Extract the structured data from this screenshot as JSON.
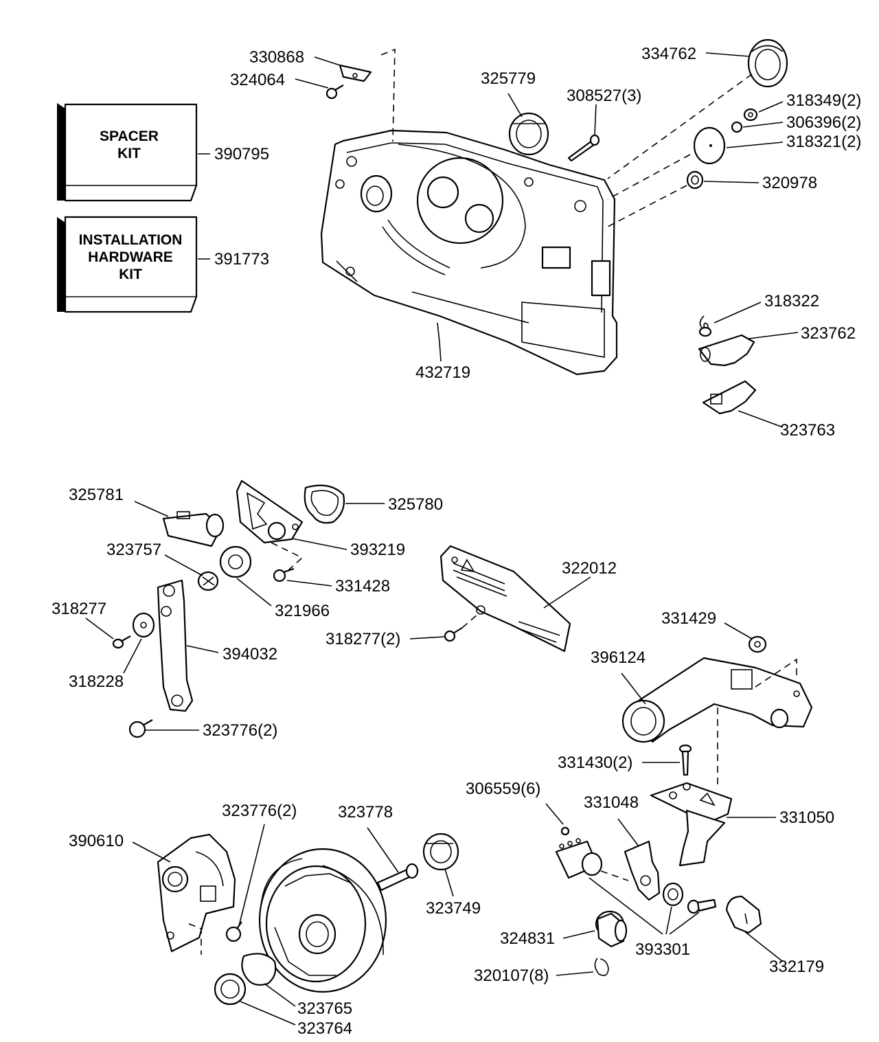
{
  "kits": {
    "spacer": {
      "line1": "SPACER",
      "line2": "KIT",
      "part_no": "390795"
    },
    "installation": {
      "line1": "INSTALLATION",
      "line2": "HARDWARE",
      "line3": "KIT",
      "part_no": "391773"
    }
  },
  "labels": {
    "p330868": "330868",
    "p324064": "324064",
    "p325779": "325779",
    "p308527": "308527(3)",
    "p334762": "334762",
    "p318349": "318349(2)",
    "p306396": "306396(2)",
    "p318321": "318321(2)",
    "p320978": "320978",
    "p432719": "432719",
    "p318322": "318322",
    "p323762": "323762",
    "p323763": "323763",
    "p325781": "325781",
    "p325780": "325780",
    "p393219": "393219",
    "p323757": "323757",
    "p331428": "331428",
    "p321966": "321966",
    "p318277a": "318277",
    "p318228": "318228",
    "p394032": "394032",
    "p323776a": "323776(2)",
    "p322012": "322012",
    "p318277b": "318277(2)",
    "p331429": "331429",
    "p396124": "396124",
    "p331430": "331430(2)",
    "p306559": "306559(6)",
    "p331048": "331048",
    "p331050": "331050",
    "p323776b": "323776(2)",
    "p323778": "323778",
    "p390610": "390610",
    "p323749": "323749",
    "p324831": "324831",
    "p393301": "393301",
    "p332179": "332179",
    "p320107": "320107(8)",
    "p323765": "323765",
    "p323764": "323764"
  }
}
